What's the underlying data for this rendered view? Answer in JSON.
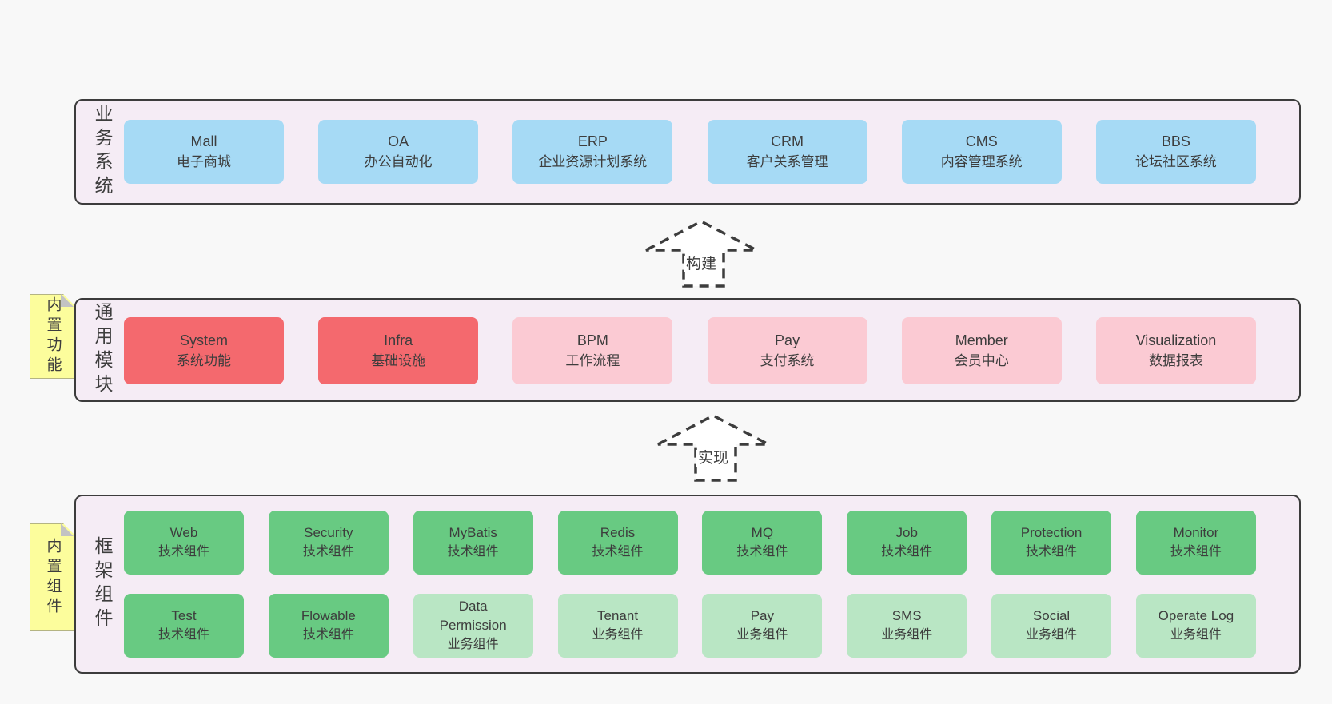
{
  "page": {
    "background": "#f8f8f8"
  },
  "colors": {
    "band_fill": "#f5ecf5",
    "band_border": "#3c3c3c",
    "blue_node": "#a6daf5",
    "red_node": "#f4696e",
    "pink_node": "#fbcad3",
    "green_node": "#68ca82",
    "light_green_node": "#b9e6c4",
    "sticky_yellow": "#fcfd9c",
    "text": "#3d3d3d"
  },
  "bands": [
    {
      "label": "业务系统",
      "boxes": [
        {
          "title": "Mall",
          "subtitle": "电子商城"
        },
        {
          "title": "OA",
          "subtitle": "办公自动化"
        },
        {
          "title": "ERP",
          "subtitle": "企业资源计划系统"
        },
        {
          "title": "CRM",
          "subtitle": "客户关系管理"
        },
        {
          "title": "CMS",
          "subtitle": "内容管理系统"
        },
        {
          "title": "BBS",
          "subtitle": "论坛社区系统"
        }
      ]
    },
    {
      "label": "通用模块",
      "sticky": "内置功能",
      "boxes": [
        {
          "title": "System",
          "subtitle": "系统功能"
        },
        {
          "title": "Infra",
          "subtitle": "基础设施"
        },
        {
          "title": "BPM",
          "subtitle": "工作流程"
        },
        {
          "title": "Pay",
          "subtitle": "支付系统"
        },
        {
          "title": "Member",
          "subtitle": "会员中心"
        },
        {
          "title": "Visualization",
          "subtitle": "数据报表"
        }
      ]
    },
    {
      "label": "框架组件",
      "sticky": "内置组件",
      "rows": [
        [
          {
            "title": "Web",
            "subtitle": "技术组件"
          },
          {
            "title": "Security",
            "subtitle": "技术组件"
          },
          {
            "title": "MyBatis",
            "subtitle": "技术组件"
          },
          {
            "title": "Redis",
            "subtitle": "技术组件"
          },
          {
            "title": "MQ",
            "subtitle": "技术组件"
          },
          {
            "title": "Job",
            "subtitle": "技术组件"
          },
          {
            "title": "Protection",
            "subtitle": "技术组件"
          },
          {
            "title": "Monitor",
            "subtitle": "技术组件"
          }
        ],
        [
          {
            "title": "Test",
            "subtitle": "技术组件"
          },
          {
            "title": "Flowable",
            "subtitle": "技术组件"
          },
          {
            "title": "Data Permission",
            "subtitle": "业务组件"
          },
          {
            "title": "Tenant",
            "subtitle": "业务组件"
          },
          {
            "title": "Pay",
            "subtitle": "业务组件"
          },
          {
            "title": "SMS",
            "subtitle": "业务组件"
          },
          {
            "title": "Social",
            "subtitle": "业务组件"
          },
          {
            "title": "Operate Log",
            "subtitle": "业务组件"
          }
        ]
      ]
    }
  ],
  "arrows": [
    {
      "label": "构建"
    },
    {
      "label": "实现"
    }
  ]
}
